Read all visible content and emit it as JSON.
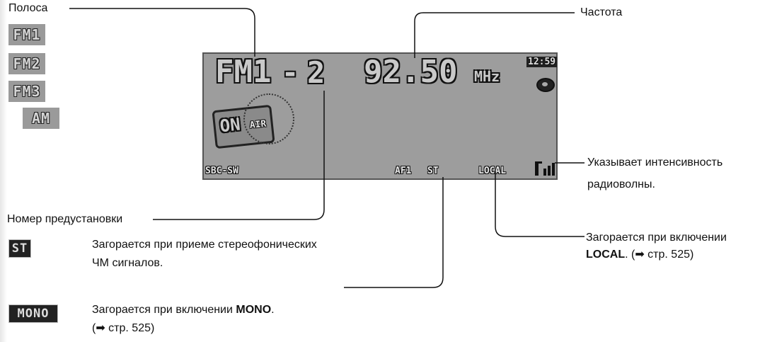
{
  "callouts": {
    "band": "Полоса",
    "frequency": "Частота",
    "signal_strength_line1": "Указывает интенсивность",
    "signal_strength_line2": "радиоволны.",
    "preset_number": "Номер предустановки",
    "local_text": "Загорается при включении",
    "local_bold": "LOCAL",
    "local_ref": ". (➡ стр. 525)"
  },
  "bands": [
    "FM1",
    "FM2",
    "FM3",
    "AM"
  ],
  "display": {
    "band": "FM1",
    "dash": "-",
    "preset": "2",
    "frequency": "92.50",
    "unit": "MHz",
    "clock": "12:59",
    "on_air": "ON",
    "on_air_small": "AIR",
    "sbc_sw": "SBC-SW",
    "af": "AF1",
    "st": "ST",
    "local": "LOCAL"
  },
  "legend": {
    "st_icon": "ST",
    "st_line1": "Загорается при приеме стереофонических",
    "st_line2": "ЧМ сигналов.",
    "mono_icon": "MONO",
    "mono_text": "Загорается при включении",
    "mono_bold": "MONO",
    "mono_ref_line1": ".",
    "mono_ref_line2": "(➡ стр. 525)"
  }
}
